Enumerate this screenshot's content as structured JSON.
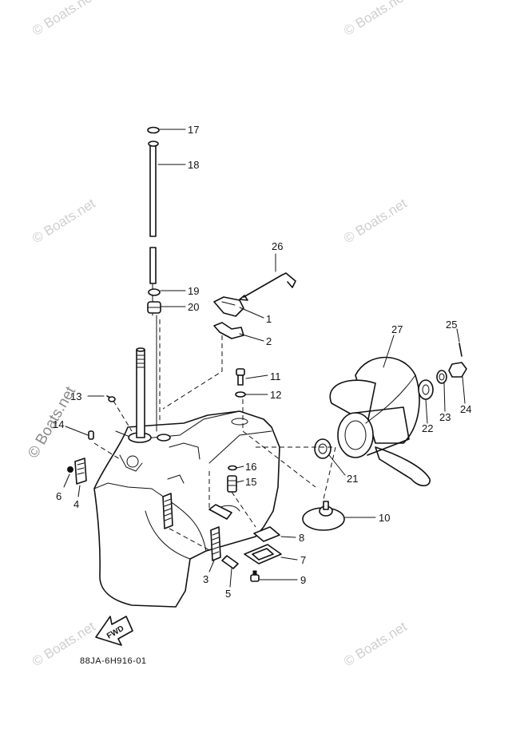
{
  "watermark": "© Boats.net",
  "diagram_code": "88JA-6H916-01",
  "direction_label": "FWD",
  "callouts": [
    "1",
    "2",
    "3",
    "4",
    "5",
    "6",
    "7",
    "8",
    "9",
    "10",
    "11",
    "12",
    "13",
    "14",
    "15",
    "16",
    "17",
    "18",
    "19",
    "20",
    "21",
    "22",
    "23",
    "24",
    "25",
    "26",
    "27"
  ]
}
